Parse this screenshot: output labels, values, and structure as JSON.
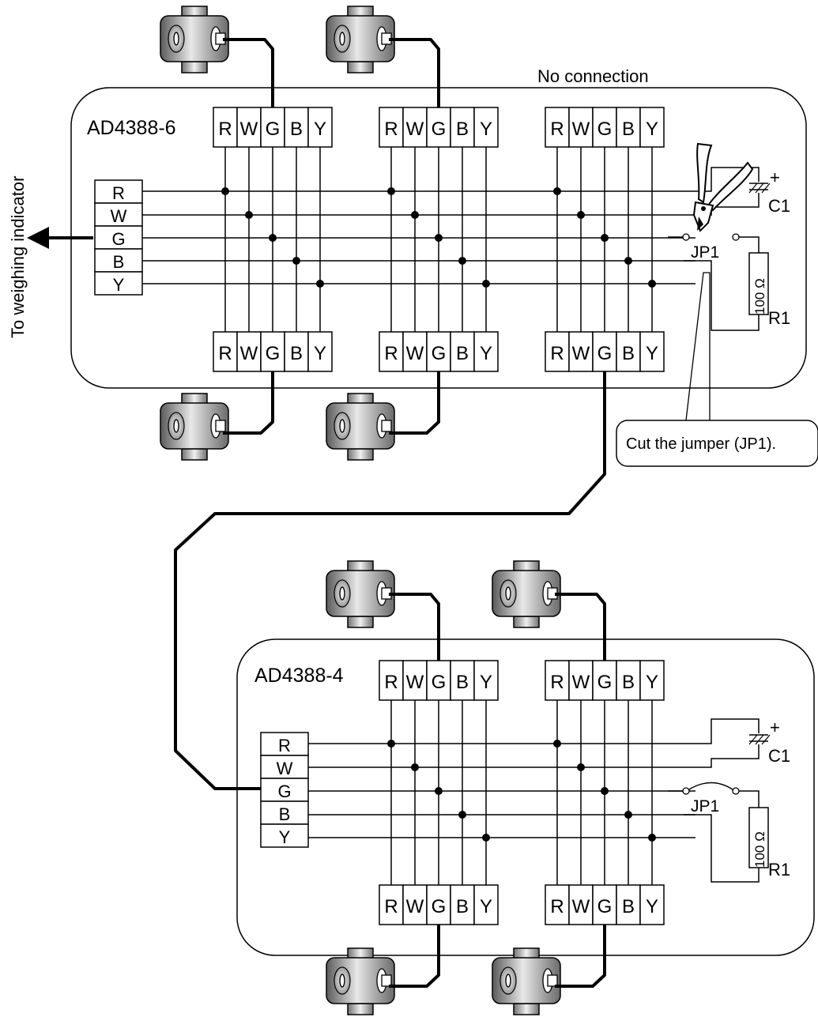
{
  "indicator_label": "To weighing indicator",
  "terminal_letters": [
    "R",
    "W",
    "G",
    "B",
    "Y"
  ],
  "boards": [
    {
      "model": "AD4388-6",
      "capacitor_label": "C1",
      "capacitor_polarity": "+",
      "jumper_label": "JP1",
      "resistor_label": "R1",
      "resistor_value": "100 Ω",
      "top_note": "No connection",
      "jumper_state": "cut"
    },
    {
      "model": "AD4388-4",
      "capacitor_label": "C1",
      "capacitor_polarity": "+",
      "jumper_label": "JP1",
      "resistor_label": "R1",
      "resistor_value": "100 Ω",
      "jumper_state": "closed"
    }
  ],
  "callout": "Cut the jumper (JP1)."
}
